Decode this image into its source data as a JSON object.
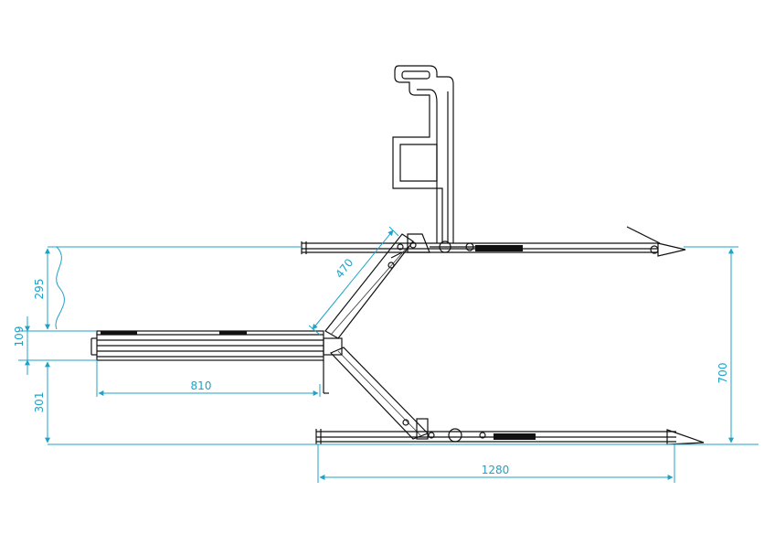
{
  "dimensions": {
    "d295": "295",
    "d109": "109",
    "d301": "301",
    "d470": "470",
    "d810": "810",
    "d700": "700",
    "d1280": "1280"
  },
  "colors": {
    "dimension": "#1fa2c7",
    "outline": "#111111",
    "background": "#ffffff"
  }
}
